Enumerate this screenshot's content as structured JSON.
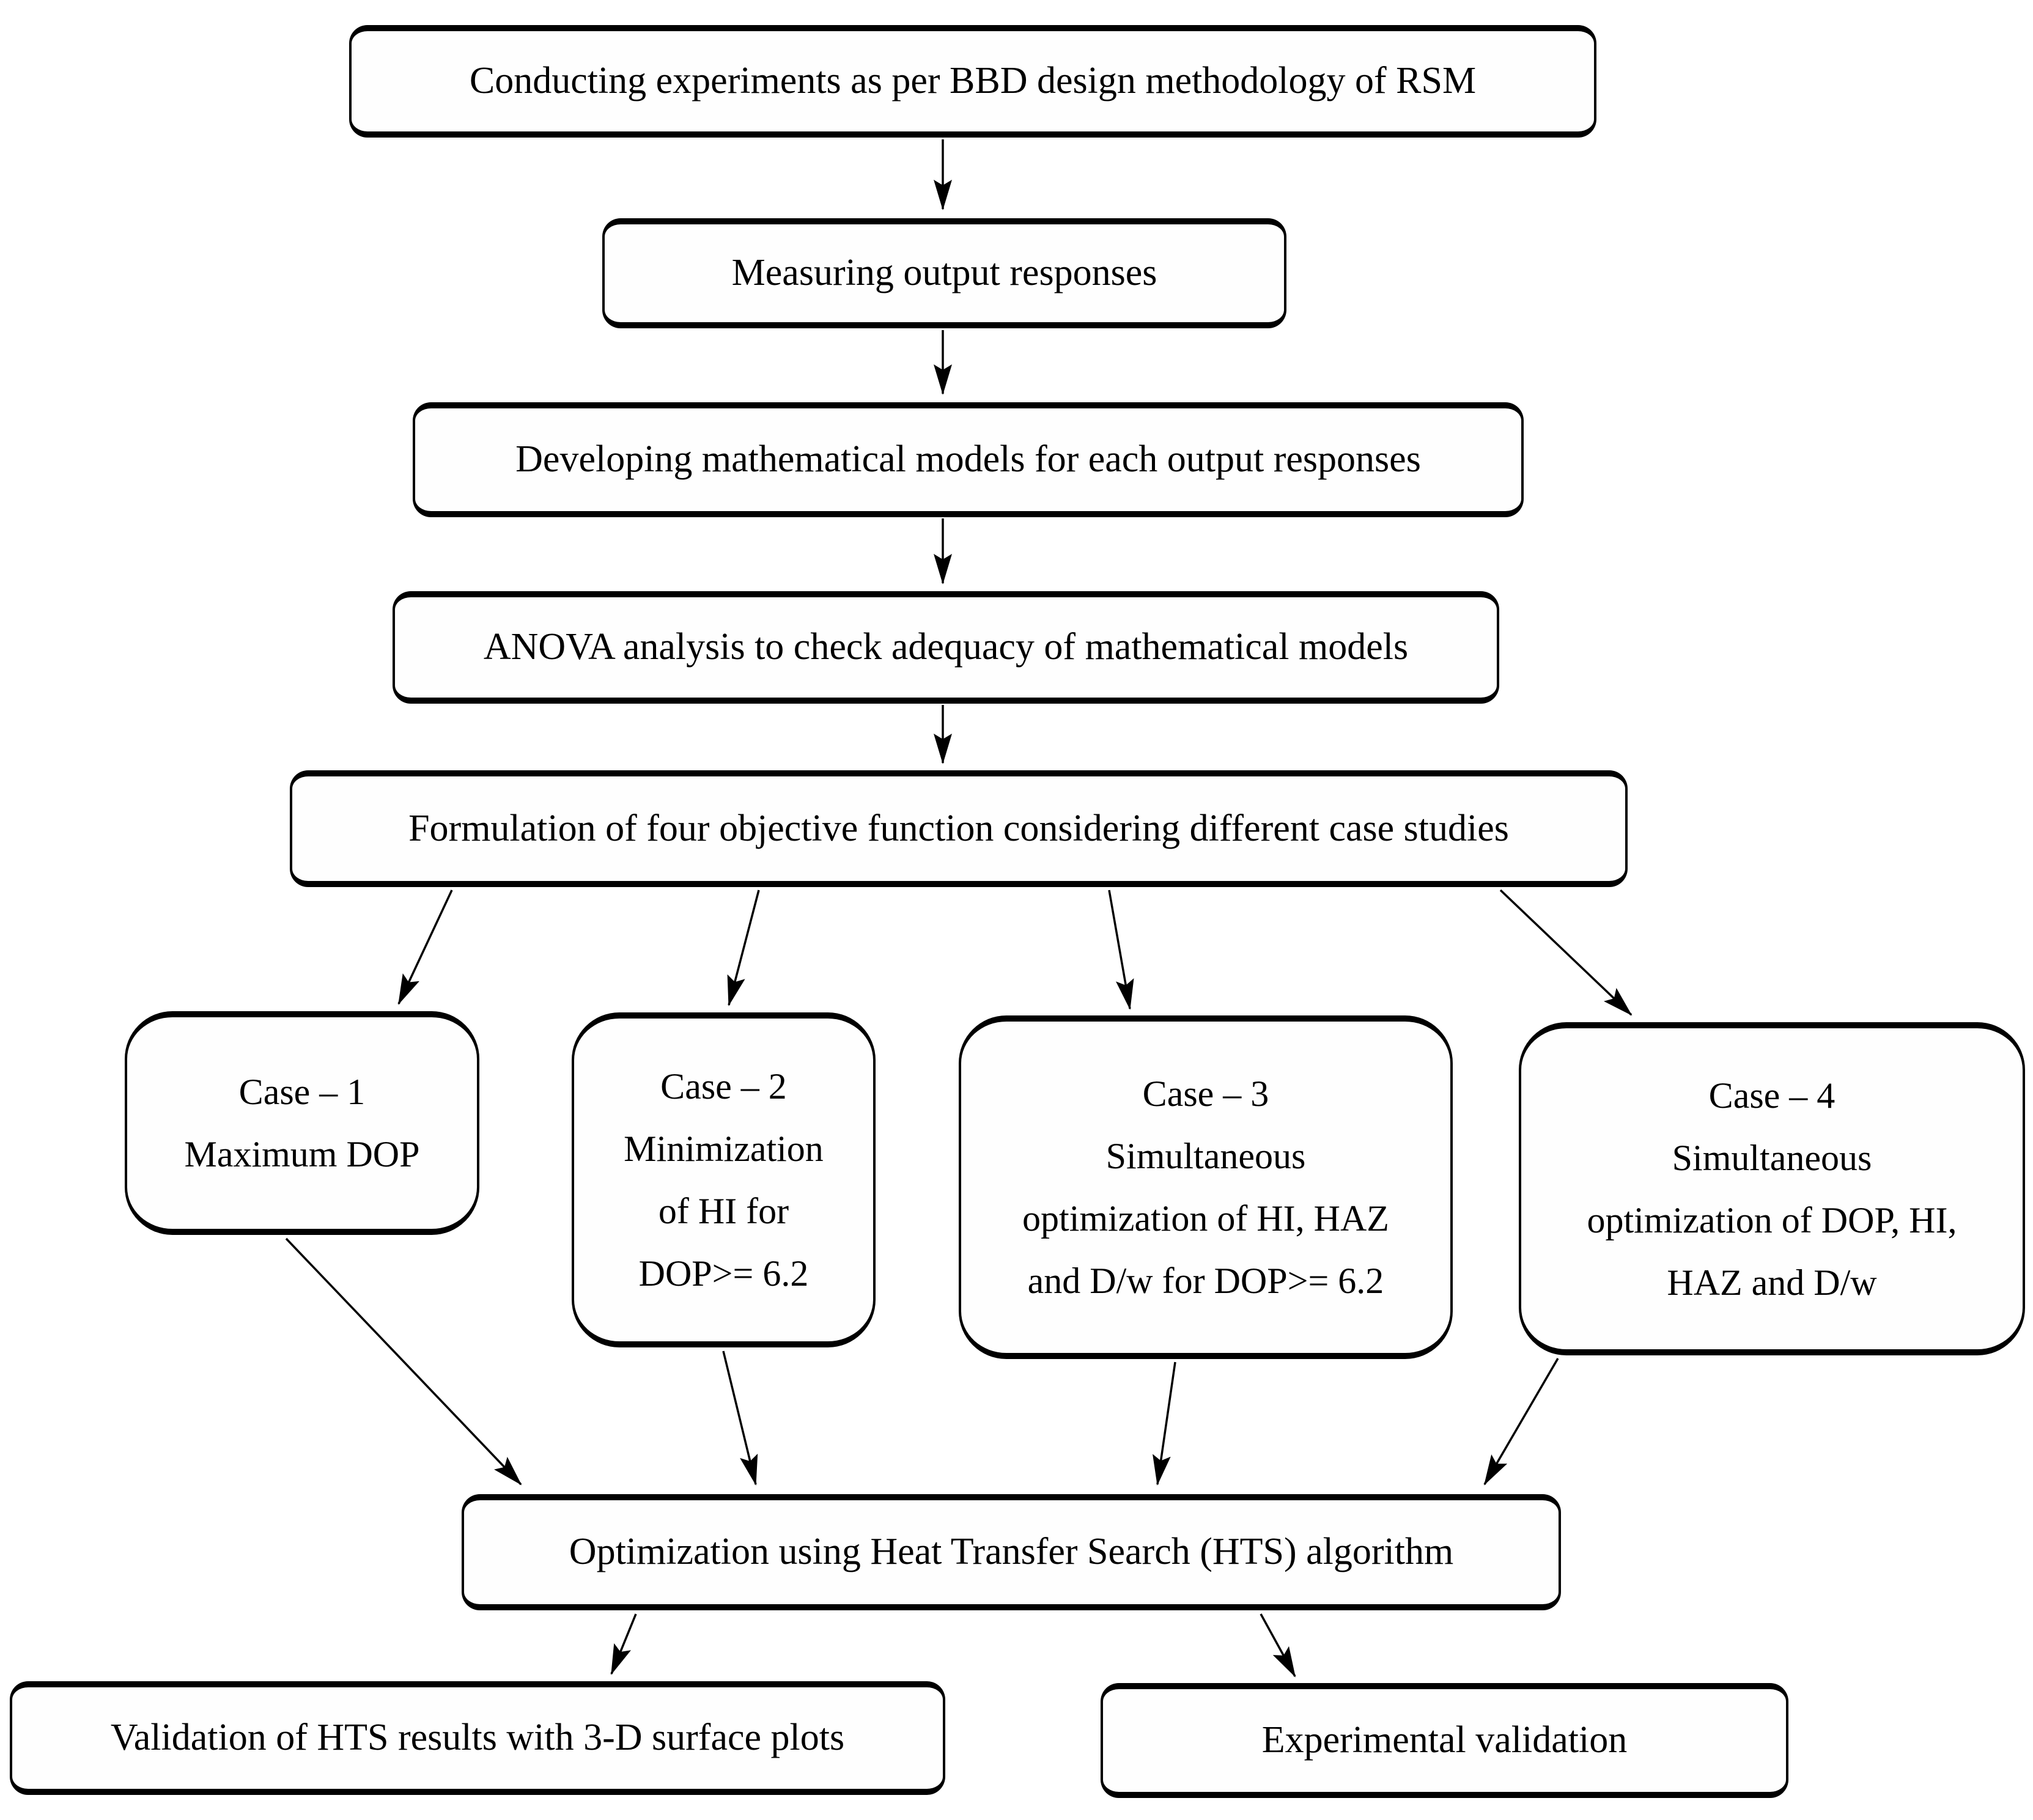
{
  "diagram": {
    "nodes": {
      "conduct_experiments": "Conducting experiments as per BBD design methodology of RSM",
      "measure_responses": "Measuring output responses",
      "develop_models": "Developing mathematical models for each output responses",
      "anova_analysis": "ANOVA analysis to check adequacy of mathematical models",
      "formulation": "Formulation of four objective function considering different case studies",
      "optimization_hts": "Optimization using Heat Transfer Search (HTS) algorithm",
      "validation_surface_plots": "Validation of HTS results with 3-D surface plots",
      "experimental_validation": "Experimental validation"
    },
    "cases": [
      {
        "lines": [
          "Case – 1",
          "Maximum DOP"
        ]
      },
      {
        "lines": [
          "Case – 2",
          "Minimization",
          "of HI for",
          "DOP>= 6.2"
        ]
      },
      {
        "lines": [
          "Case – 3",
          "Simultaneous",
          "optimization of HI, HAZ",
          "and D/w for DOP>= 6.2"
        ]
      },
      {
        "lines": [
          "Case – 4",
          "Simultaneous",
          "optimization of DOP, HI,",
          "HAZ and D/w"
        ]
      }
    ]
  }
}
